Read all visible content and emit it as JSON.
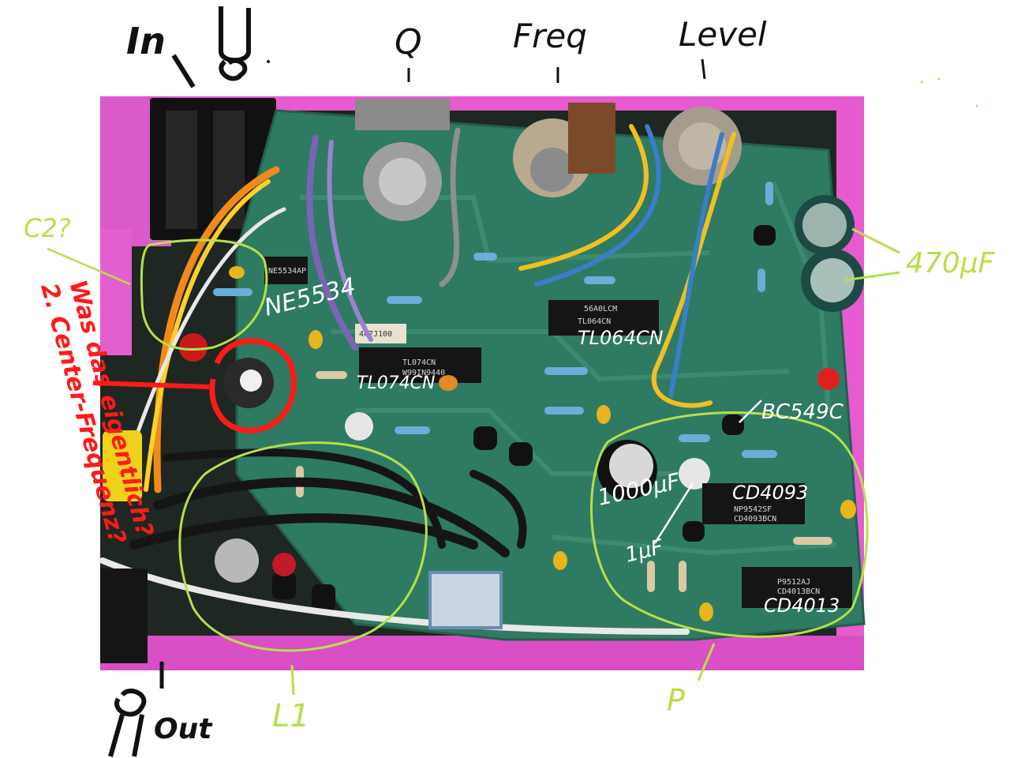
{
  "labels": {
    "in": "In",
    "q": "Q",
    "freq": "Freq",
    "level": "Level",
    "out": "Out",
    "c2": "C2?",
    "ne5534": "NE5534",
    "tl074": "TL074CN",
    "tl064": "TL064CN",
    "cap470": "470µF",
    "bc549": "BC549C",
    "cap1000": "1000µF",
    "cd4093": "CD4093",
    "cap1u": "1µF",
    "cd4013": "CD4013",
    "l1": "L1",
    "p": "P",
    "question_line1": "Was das eigentlich?",
    "question_line2": "2. Center-Frequenz?"
  },
  "chip_prints": {
    "ne5534_print": "NE5534AP",
    "tl074_print_1": "TL074CN",
    "tl074_print_2": "W99IN9440",
    "tl064_print_1": "56A0LCM",
    "tl064_print_2": "TL064CN",
    "cd4093_print_1": "NP9542SF",
    "cd4093_print_2": "CD4093BCN",
    "cd4013_print_1": "P9512AJ",
    "cd4013_print_2": "CD4013BCN",
    "cap_label": "4n7J100"
  },
  "colors": {
    "annotation_green": "#b6e04a",
    "annotation_red": "#ff1a1a",
    "annotation_black": "#111111",
    "enclosure_pink": "#e65bd0",
    "pcb_green": "#2f7a63",
    "photo_bg": "#1f2a24"
  }
}
